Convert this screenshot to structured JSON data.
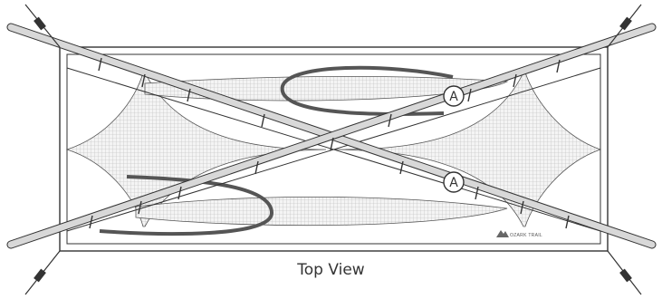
{
  "caption": "Top View",
  "labels": {
    "pole_marker_1": "A",
    "pole_marker_2": "A"
  },
  "brand": {
    "text": "OZARK TRAIL"
  },
  "colors": {
    "line": "#333333",
    "pole_fill": "#d0d0d0",
    "mesh": "#e6e6e6",
    "brand_icon": "#666666"
  }
}
